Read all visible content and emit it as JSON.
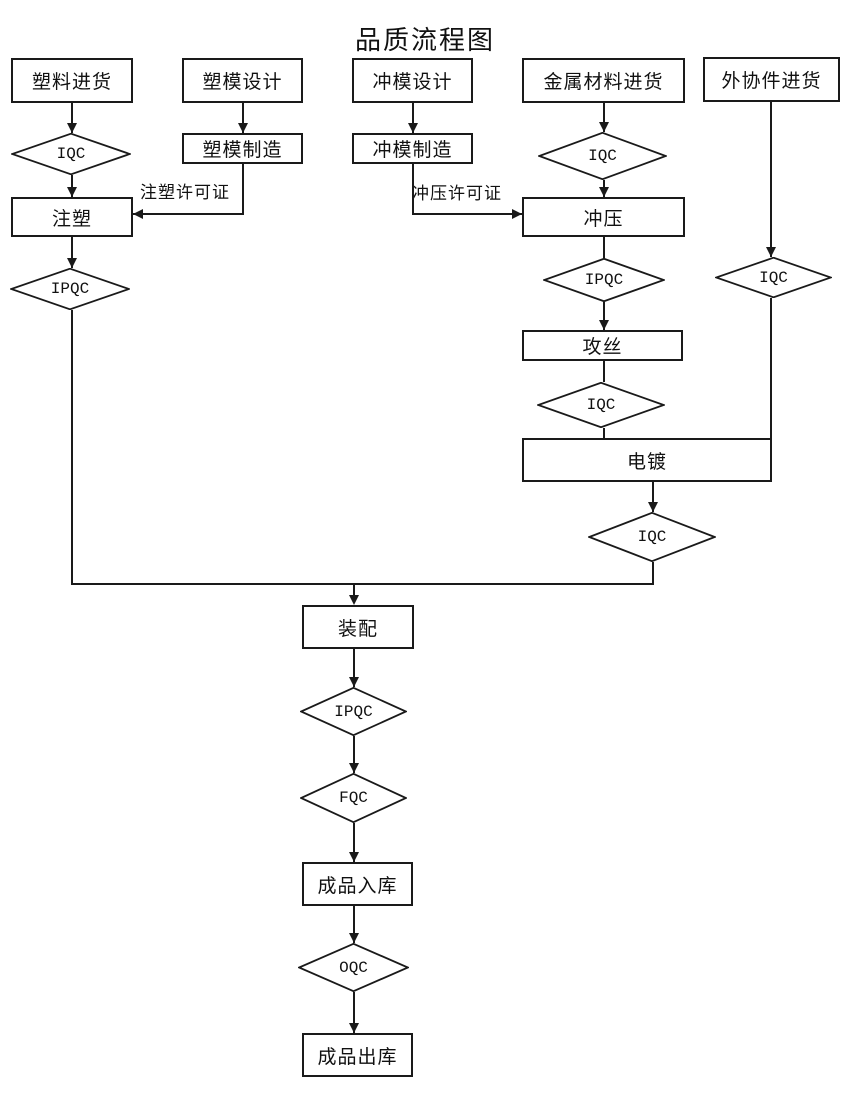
{
  "title": "品质流程图",
  "colors": {
    "line": "#1a1a1a",
    "background": "#ffffff",
    "node_fill": "#ffffff"
  },
  "nodes": {
    "plastic_incoming": "塑料进货",
    "plastic_iqc": "IQC",
    "injection": "注塑",
    "injection_ipqc": "IPQC",
    "mold_design": "塑模设计",
    "mold_make": "塑模制造",
    "injection_permit": "注塑许可证",
    "die_design": "冲模设计",
    "die_make": "冲模制造",
    "stamping_permit": "冲压许可证",
    "metal_incoming": "金属材料进货",
    "metal_iqc": "IQC",
    "stamping": "冲压",
    "stamping_ipqc": "IPQC",
    "tapping": "攻丝",
    "tapping_iqc": "IQC",
    "plating": "电镀",
    "plating_iqc": "IQC",
    "outsourced_incoming": "外协件进货",
    "outsourced_iqc": "IQC",
    "assembly": "装配",
    "assembly_ipqc": "IPQC",
    "fqc": "FQC",
    "finished_in": "成品入库",
    "oqc": "OQC",
    "finished_out": "成品出库"
  }
}
